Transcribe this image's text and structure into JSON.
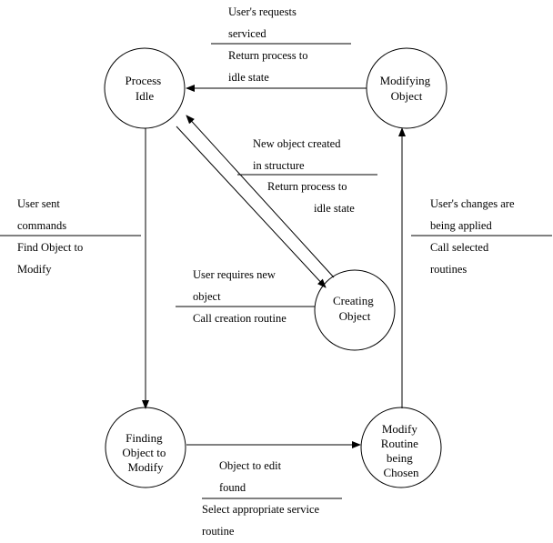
{
  "states": {
    "idle": [
      "Process",
      "Idle"
    ],
    "modifying": [
      "Modifying",
      "Object"
    ],
    "creating": [
      "Creating",
      "Object"
    ],
    "finding": [
      "Finding",
      "Object to",
      "Modify"
    ],
    "routine": [
      "Modify",
      "Routine",
      "being",
      "Chosen"
    ]
  },
  "transitions": {
    "modify_to_idle": {
      "event": [
        "User's requests",
        "serviced"
      ],
      "action": [
        "Return process to",
        "idle state"
      ]
    },
    "creating_to_idle": {
      "event": [
        "New object created",
        "in structure"
      ],
      "action": [
        "Return process to",
        "idle state"
      ]
    },
    "idle_to_finding": {
      "event": [
        "User sent",
        "commands"
      ],
      "action": [
        "Find Object to",
        "Modify"
      ]
    },
    "routine_to_modifying": {
      "event": [
        "User's changes are",
        "being applied"
      ],
      "action": [
        "Call selected",
        "routines"
      ]
    },
    "idle_to_creating": {
      "event": [
        "User requires new",
        "object"
      ],
      "action": [
        "Call creation routine"
      ]
    },
    "finding_to_routine": {
      "event": [
        "Object to edit",
        "found"
      ],
      "action": [
        "Select appropriate service",
        "routine"
      ]
    }
  }
}
